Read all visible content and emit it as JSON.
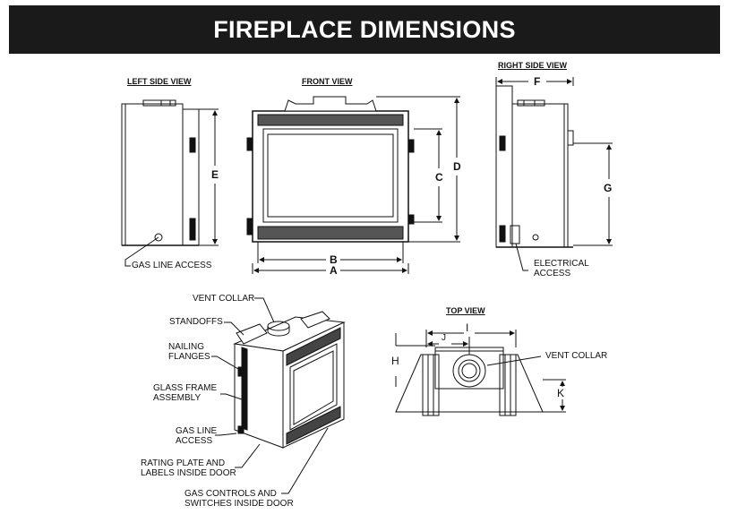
{
  "title": "FIREPLACE DIMENSIONS",
  "views": {
    "left_side": "LEFT SIDE VIEW",
    "front": "FRONT VIEW",
    "right_side": "RIGHT SIDE VIEW",
    "top": "TOP VIEW"
  },
  "dimensions": {
    "a": "A",
    "b": "B",
    "c": "C",
    "d": "D",
    "e": "E",
    "f": "F",
    "g": "G",
    "h": "H",
    "i": "I",
    "j": "J",
    "k": "K"
  },
  "callouts": {
    "gas_line_access_side": "GAS LINE ACCESS",
    "electrical_line1": "ELECTRICAL",
    "electrical_line2": "ACCESS",
    "vent_collar_iso": "VENT COLLAR",
    "standoffs": "STANDOFFS",
    "nailing_line1": "NAILING",
    "nailing_line2": "FLANGES",
    "glass_line1": "GLASS FRAME",
    "glass_line2": "ASSEMBLY",
    "gas_iso_line1": "GAS LINE",
    "gas_iso_line2": "ACCESS",
    "rating_line1": "RATING PLATE AND",
    "rating_line2": "LABELS INSIDE DOOR",
    "controls_line1": "GAS CONTROLS AND",
    "controls_line2": "SWITCHES INSIDE DOOR",
    "vent_collar_top": "VENT COLLAR"
  }
}
